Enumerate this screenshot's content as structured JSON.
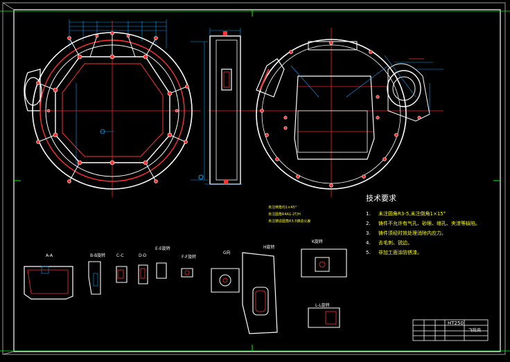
{
  "sections": {
    "aa": "A-A",
    "bb": "B-B旋转",
    "cc": "C-C",
    "dd": "D-D",
    "ee": "E-E旋转",
    "ff": "F-F旋转",
    "g": "G向",
    "h": "H旋转",
    "k": "K旋转",
    "ll": "L-L旋转"
  },
  "notes": {
    "line1": "未注倒角均1×45°",
    "line2": "未注圆角R4A1-2T/H",
    "line3": "未注铸造圆角R3.5铸造公差"
  },
  "tech": {
    "title": "技术要求",
    "items": [
      {
        "num": "1.",
        "text": "未注圆角R3-5,未注倒角1×15°"
      },
      {
        "num": "2.",
        "text": "铸件不允许有气孔、砂眼、缩孔、夹渣等缺陷。"
      },
      {
        "num": "3.",
        "text": "铸件须经时效处理消除内应力。"
      },
      {
        "num": "4.",
        "text": "去毛刺、锐边。"
      },
      {
        "num": "5.",
        "text": "非加工面涂防锈漆。"
      }
    ]
  },
  "title_block": {
    "material": "HT250",
    "drawing_name": "飞轮壳"
  }
}
